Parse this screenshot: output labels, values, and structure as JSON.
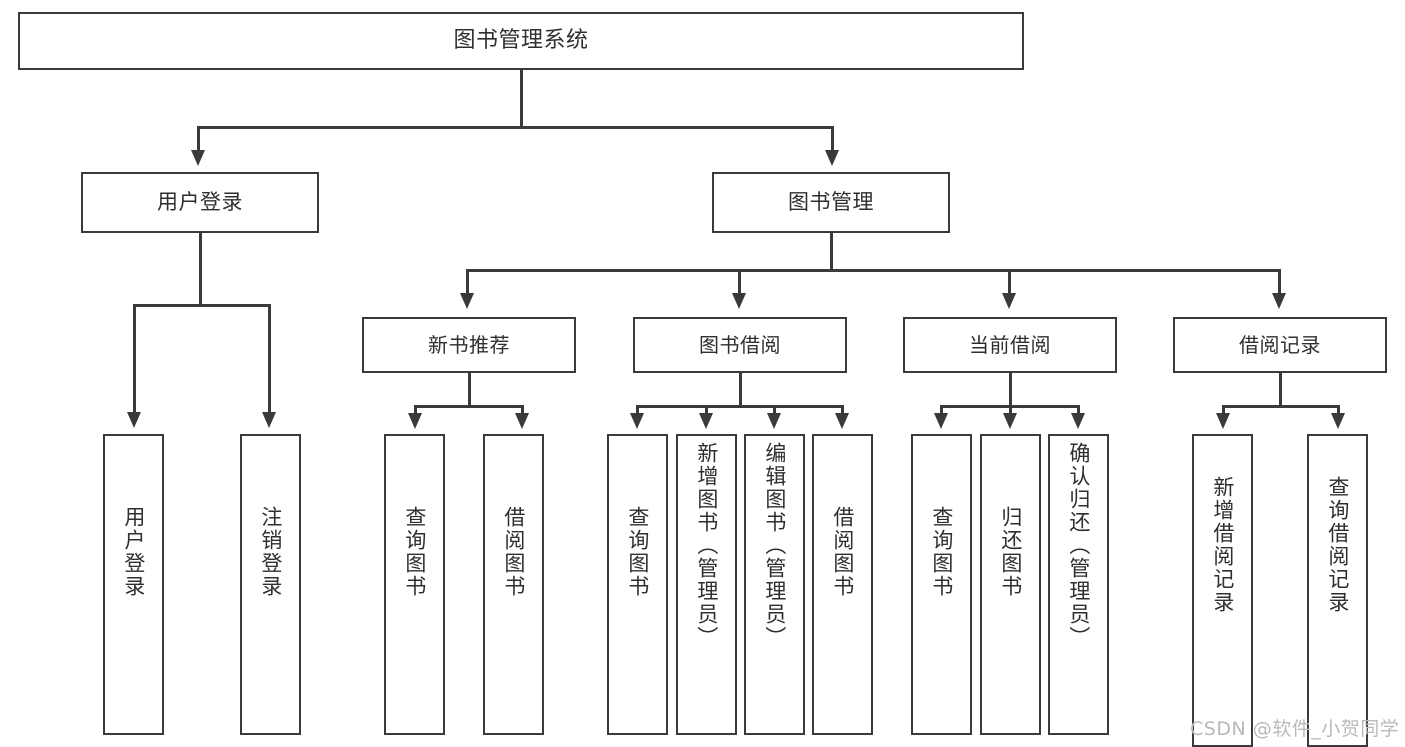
{
  "diagram": {
    "title": "图书管理系统",
    "type": "tree",
    "watermark": "CSDN @软件_小贺同学",
    "colors": {
      "stroke": "#3a3a3a",
      "text": "#2f2f2f",
      "background": "#ffffff",
      "watermark": "#b9b9b9"
    },
    "nodes": {
      "root": {
        "label": "图书管理系统"
      },
      "level2": [
        {
          "id": "user-login",
          "label": "用户登录"
        },
        {
          "id": "book-management",
          "label": "图书管理"
        }
      ],
      "level3": [
        {
          "id": "new-book-recommend",
          "label": "新书推荐"
        },
        {
          "id": "book-borrow",
          "label": "图书借阅"
        },
        {
          "id": "current-borrow",
          "label": "当前借阅"
        },
        {
          "id": "borrow-record",
          "label": "借阅记录"
        }
      ],
      "leaves": {
        "user_login": [
          {
            "id": "leaf-user-login",
            "label": "用户登录"
          },
          {
            "id": "leaf-logout-login",
            "label": "注销登录"
          }
        ],
        "new_book_recommend": [
          {
            "id": "leaf-query-book-1",
            "label": "查询图书"
          },
          {
            "id": "leaf-borrow-book-1",
            "label": "借阅图书"
          }
        ],
        "book_borrow": [
          {
            "id": "leaf-query-book-2",
            "label": "查询图书"
          },
          {
            "id": "leaf-add-book-admin",
            "label": "新增图书（管理员）"
          },
          {
            "id": "leaf-edit-book-admin",
            "label": "编辑图书（管理员）"
          },
          {
            "id": "leaf-borrow-book-2",
            "label": "借阅图书"
          }
        ],
        "current_borrow": [
          {
            "id": "leaf-query-book-3",
            "label": "查询图书"
          },
          {
            "id": "leaf-return-book",
            "label": "归还图书"
          },
          {
            "id": "leaf-confirm-return-admin",
            "label": "确认归还（管理员）"
          }
        ],
        "borrow_record": [
          {
            "id": "leaf-add-borrow-record",
            "label": "新增借阅记录"
          },
          {
            "id": "leaf-query-borrow-record",
            "label": "查询借阅记录"
          }
        ]
      }
    }
  }
}
